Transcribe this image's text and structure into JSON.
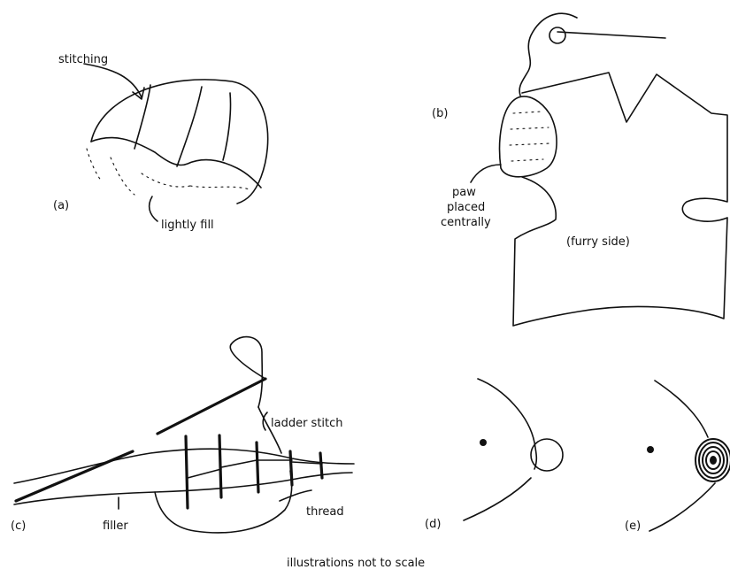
{
  "labels": {
    "panel_a": "(a)",
    "panel_b": "(b)",
    "panel_c": "(c)",
    "panel_d": "(d)",
    "panel_e": "(e)",
    "stitching": "stitching",
    "lightly_fill": "lightly fill",
    "paw_line1": "paw",
    "paw_line2": "placed",
    "paw_line3": "centrally",
    "furry_side": "(furry side)",
    "ladder_stitch": "ladder stitch",
    "thread": "thread",
    "filler": "filler",
    "footnote": "illustrations not to scale"
  }
}
